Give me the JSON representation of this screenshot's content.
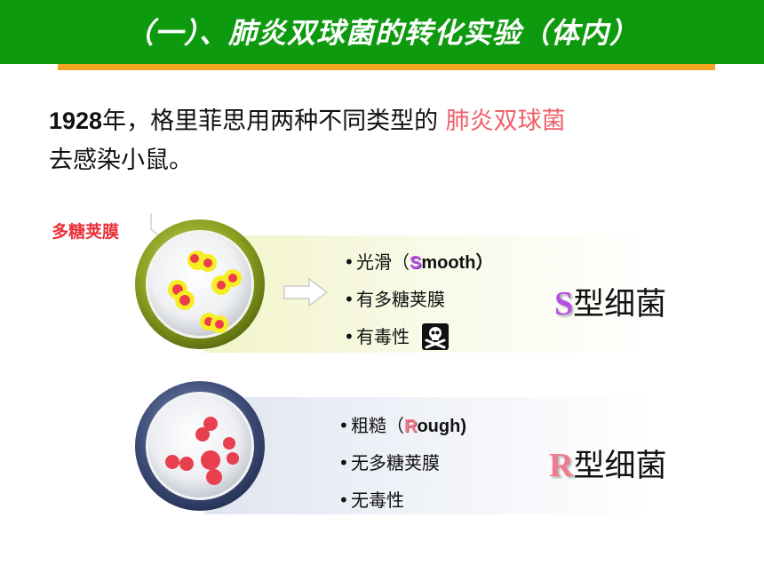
{
  "header": {
    "title": "（一）、肺炎双球菌的转化实验（体内）",
    "bar_color": "#0e9a0e",
    "underline_color": "#f2a51f"
  },
  "intro": {
    "year": "1928",
    "text_before": "年，格里菲思用两种不同类型的 ",
    "highlight": "肺炎双球菌",
    "highlight_color": "#f0606a",
    "text_line2": "去感染小鼠。"
  },
  "capsule_label": "多糖荚膜",
  "s_type": {
    "bullets": [
      {
        "prefix": "光滑（",
        "letter": "S",
        "rest": "mooth）"
      },
      {
        "text": "有多糖荚膜"
      },
      {
        "text": "有毒性",
        "icon": "skull-crossbones-icon"
      }
    ],
    "label_letter": "S",
    "label_text": "型细菌",
    "accent_color": "#b451e4"
  },
  "r_type": {
    "bullets": [
      {
        "prefix": "粗糙（",
        "letter": "R",
        "rest": "ough)"
      },
      {
        "text": "无多糖荚膜"
      },
      {
        "text": "无毒性"
      }
    ],
    "label_letter": "R",
    "label_text": "型细菌",
    "accent_color": "#f07b8c"
  },
  "bullet_char": "•"
}
